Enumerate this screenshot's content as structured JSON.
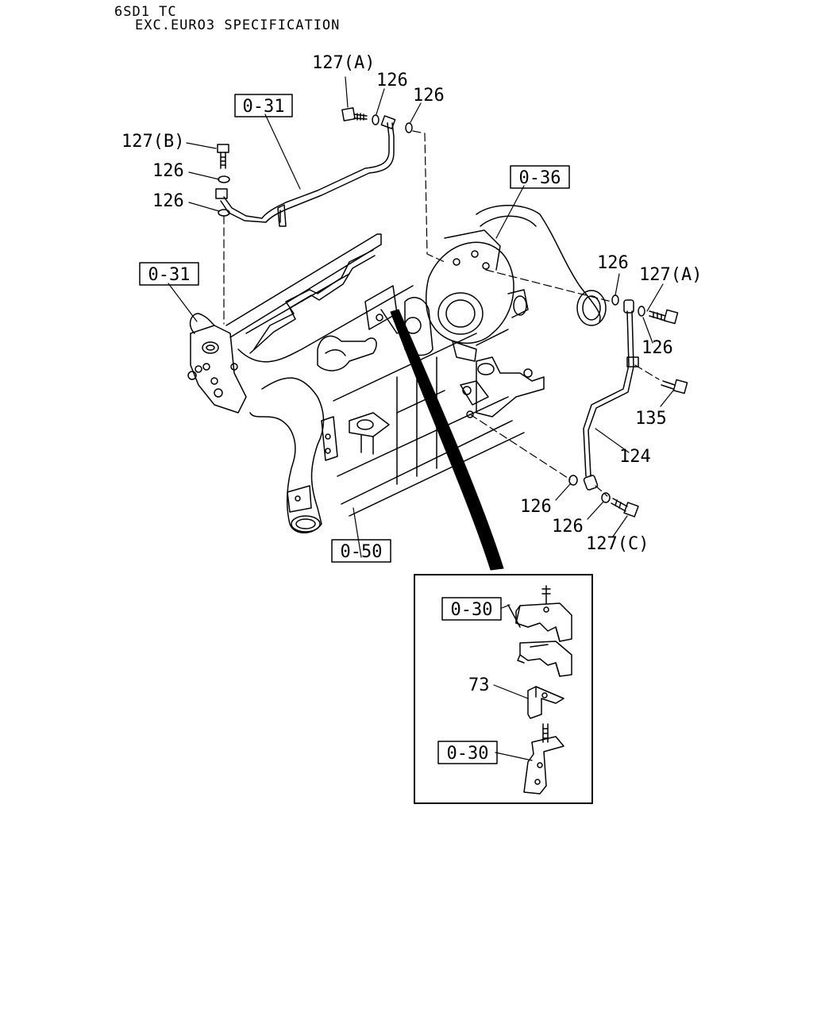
{
  "header": {
    "model": "6SD1 TC",
    "spec": "EXC.EURO3 SPECIFICATION"
  },
  "refs": {
    "r1": "0-31",
    "r2": "0-31",
    "r3": "0-36",
    "r4": "0-50",
    "r5": "0-30",
    "r6": "0-30"
  },
  "labels": {
    "l127a_top": "127(A)",
    "l126_t1": "126",
    "l126_t2": "126",
    "l127b": "127(B)",
    "l126_l1": "126",
    "l126_l2": "126",
    "l126_r1": "126",
    "l127a_r": "127(A)",
    "l126_r2": "126",
    "l135": "135",
    "l124": "124",
    "l126_b1": "126",
    "l126_b2": "126",
    "l127c": "127(C)",
    "l73": "73"
  }
}
